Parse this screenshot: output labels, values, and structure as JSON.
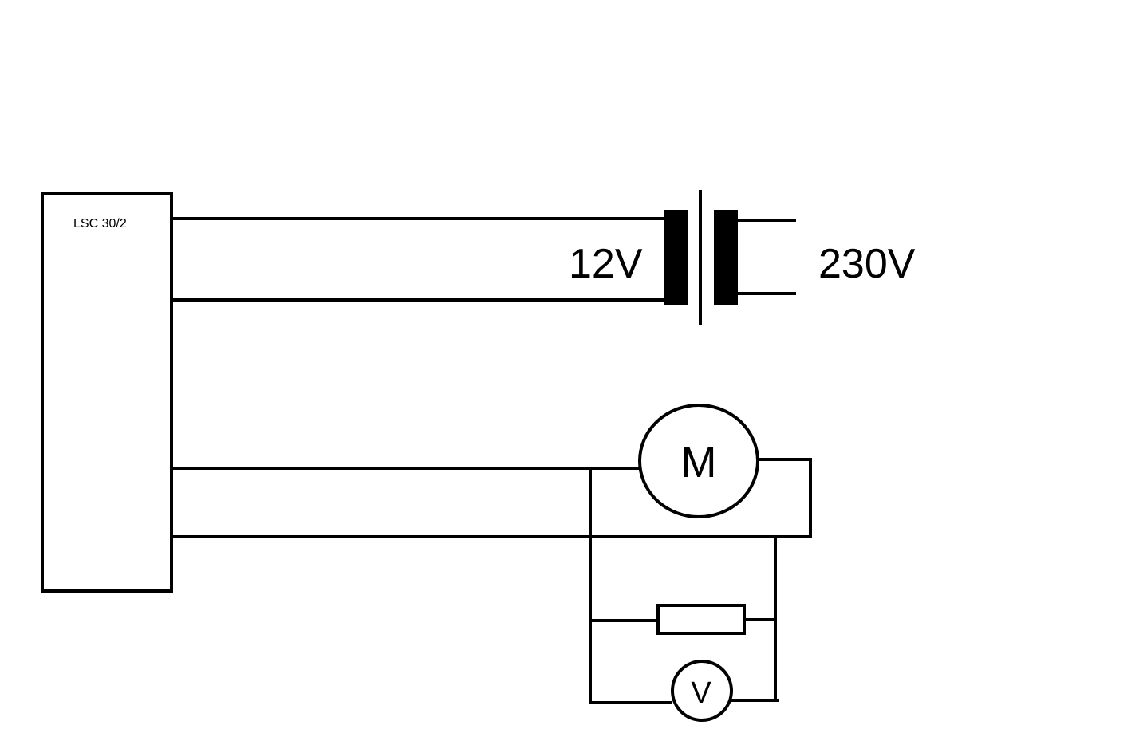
{
  "controller": {
    "label": "LSC 30/2"
  },
  "transformer": {
    "secondary_label": "12V",
    "primary_label": "230V"
  },
  "motor": {
    "label": "M"
  },
  "voltmeter": {
    "label": "V"
  },
  "colors": {
    "stroke": "#000000",
    "fill": "#000000",
    "background": "#ffffff"
  }
}
